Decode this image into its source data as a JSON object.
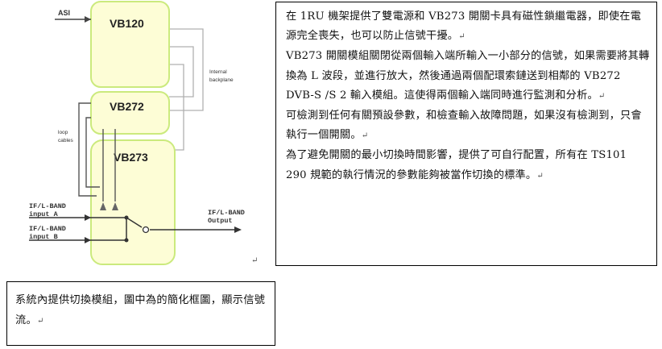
{
  "diagram": {
    "blocks": {
      "vb120": "VB120",
      "vb272": "VB272",
      "vb273": "VB273"
    },
    "labels": {
      "asi": "ASI",
      "internal_backplane_line1": "Internal",
      "internal_backplane_line2": "backplane",
      "loop_cables_line1": "loop",
      "loop_cables_line2": "cables",
      "input_a_line1": "IF/L-BAND",
      "input_a_line2": "input A",
      "input_b_line1": "IF/L-BAND",
      "input_b_line2": "input B",
      "output_line1": "IF/L-BAND",
      "output_line2": "Output"
    },
    "colors": {
      "block_fill": "#fdfdd6",
      "block_border": "#cbea7d",
      "backplane_line": "#b0b0b0"
    }
  },
  "paragraph_mark": "↵",
  "text_box": {
    "paragraphs": [
      "在 1RU 機架提供了雙電源和 VB273 開關卡具有磁性鎖繼電器，即使在電源完全喪失，也可以防止信號干擾。",
      "VB273 開關模組關閉從兩個輸入端所輸入一小部分的信號，如果需要將其轉換為 L 波段，並進行放大，然後通過兩個配環索鏈送到相鄰的 VB272 DVB-S /S 2 輸入模組。這使得兩個輸入端同時進行監測和分析。",
      "可檢測到任何有關預設參數，和檢查輸入故障問題，如果沒有檢測到，只會執行一個開關。",
      "為了避免開關的最小切換時間影響，提供了可自行配置，所有在 TS101 290 規範的執行情況的參數能夠被當作切換的標準。"
    ]
  },
  "caption_box": {
    "text": "系統內提供切換模組，圖中為的簡化框圖，顯示信號流。"
  }
}
